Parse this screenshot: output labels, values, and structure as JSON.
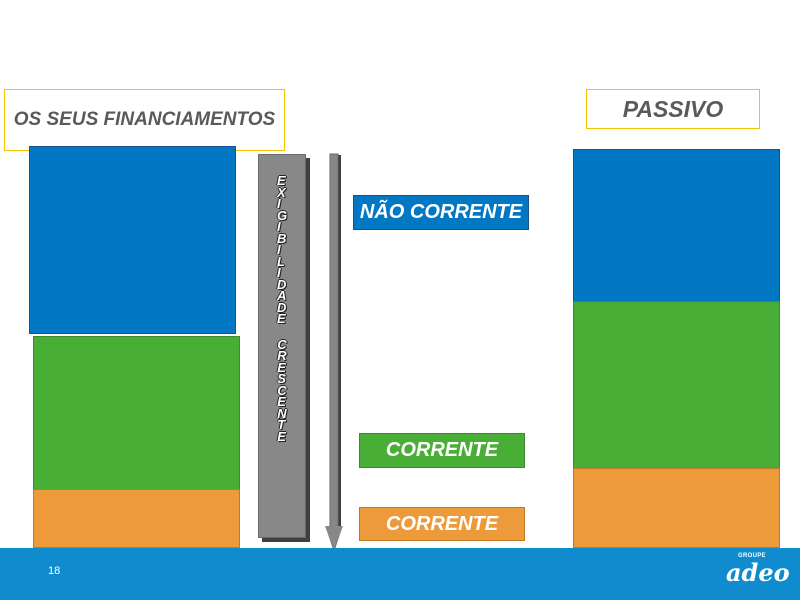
{
  "left_column": {
    "title": "OS SEUS FINANCIAMENTOS"
  },
  "right_column": {
    "title": "PASSIVO"
  },
  "axis": {
    "letters_top": [
      "E",
      "X",
      "I",
      "G",
      "I",
      "B",
      "I",
      "L",
      "I",
      "D",
      "A",
      "D",
      "E"
    ],
    "letters_bottom": [
      "C",
      "R",
      "E",
      "S",
      "C",
      "E",
      "N",
      "T",
      "E"
    ]
  },
  "labels": {
    "non_current": "NÃO CORRENTE",
    "current_1": "CORRENTE",
    "current_2": "CORRENTE"
  },
  "footer": {
    "page_number": "18",
    "logo_top": "GROUPE",
    "logo_main": "adeo"
  },
  "colors": {
    "blue": "#0277c4",
    "green": "#49ae35",
    "orange": "#ec9a3a",
    "footer": "#108cce"
  }
}
